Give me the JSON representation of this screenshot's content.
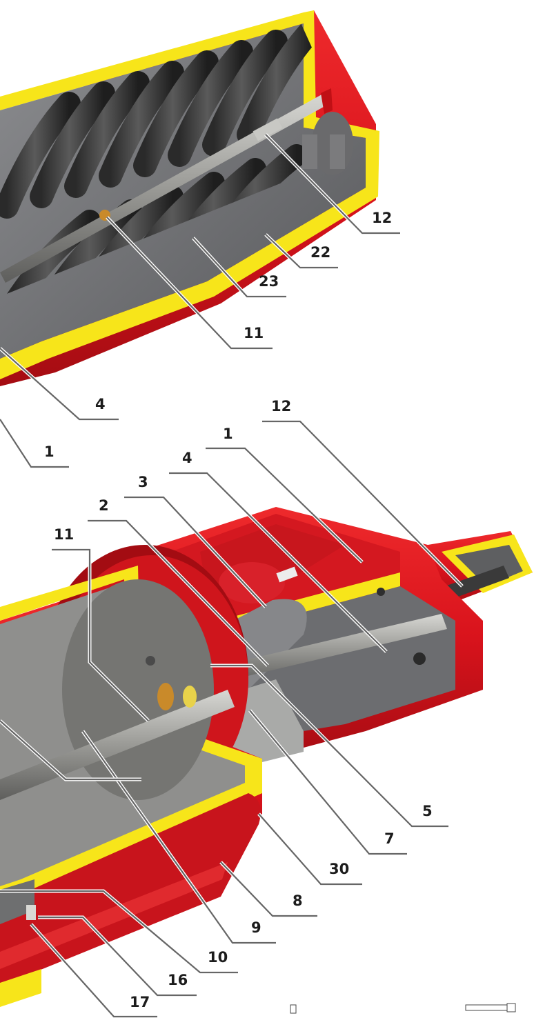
{
  "colors": {
    "housing_red": "#d9131c",
    "section_yellow": "#f7e51a",
    "spring_dark": "#3b3b3b",
    "steel_grey": "#9a9a96",
    "leader_grey": "#666666"
  },
  "callouts": {
    "c12_top": "12",
    "c22": "22",
    "c23": "23",
    "c11_top": "11",
    "c4_left": "4",
    "c1_left": "1",
    "c12_bottom": "12",
    "c1_mid": "1",
    "c4_mid": "4",
    "c3": "3",
    "c2": "2",
    "c11_bottom": "11",
    "c5": "5",
    "c7": "7",
    "c30": "30",
    "c8": "8",
    "c9": "9",
    "c10": "10",
    "c16": "16",
    "c17": "17"
  }
}
